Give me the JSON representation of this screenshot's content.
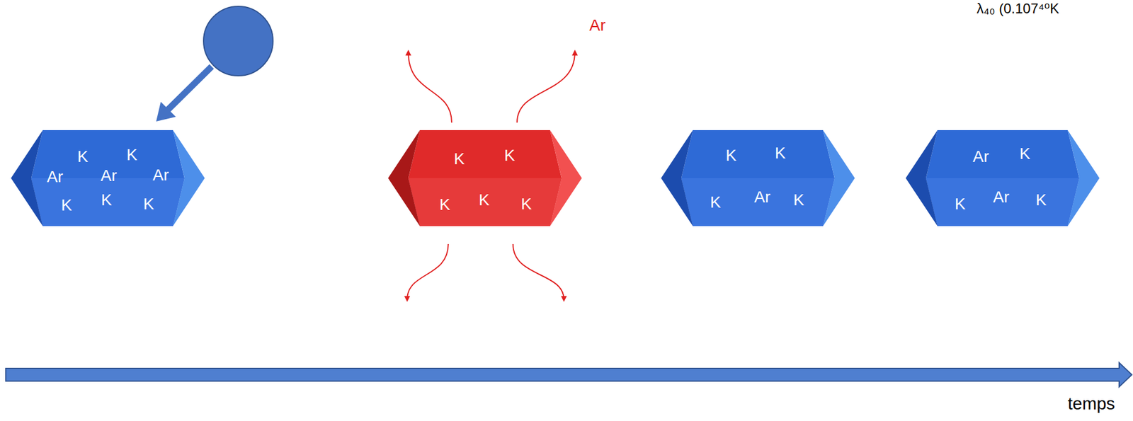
{
  "diagram": {
    "nodes": [
      {
        "text": [
          "K",
          "K",
          "Ar",
          "Ar",
          "Ar",
          "K",
          "K",
          "K"
        ]
      },
      {
        "text": [
          "K",
          "K",
          "K",
          "K",
          "K"
        ]
      },
      {
        "text": [
          "K",
          "K",
          "K",
          "Ar",
          "K"
        ]
      },
      {
        "text": [
          "Ar",
          "K",
          "K",
          "Ar",
          "K"
        ]
      }
    ],
    "labels": [
      "λ₄₀ (0.107⁴⁰K",
      "Ar",
      "temps"
    ]
  }
}
